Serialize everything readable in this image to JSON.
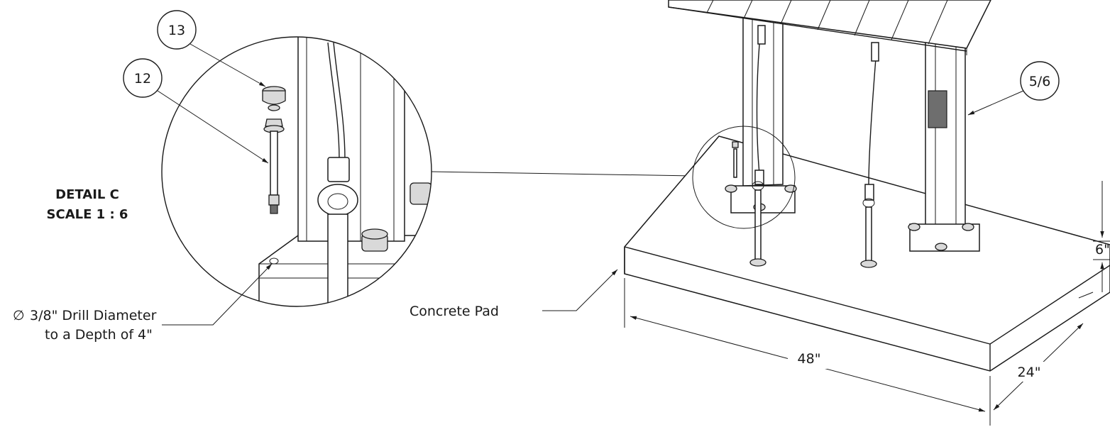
{
  "detail": {
    "title": "DETAIL C",
    "scale": "SCALE 1 : 6"
  },
  "balloons": {
    "b13": "13",
    "b12": "12",
    "b56": "5/6"
  },
  "notes": {
    "drill_symbol": "∅",
    "drill_line1": "3/8\" Drill Diameter",
    "drill_line2": "to a Depth of 4\"",
    "concrete_pad": "Concrete Pad"
  },
  "dimensions": {
    "length": "48\"",
    "width": "24\"",
    "height": "6\""
  }
}
